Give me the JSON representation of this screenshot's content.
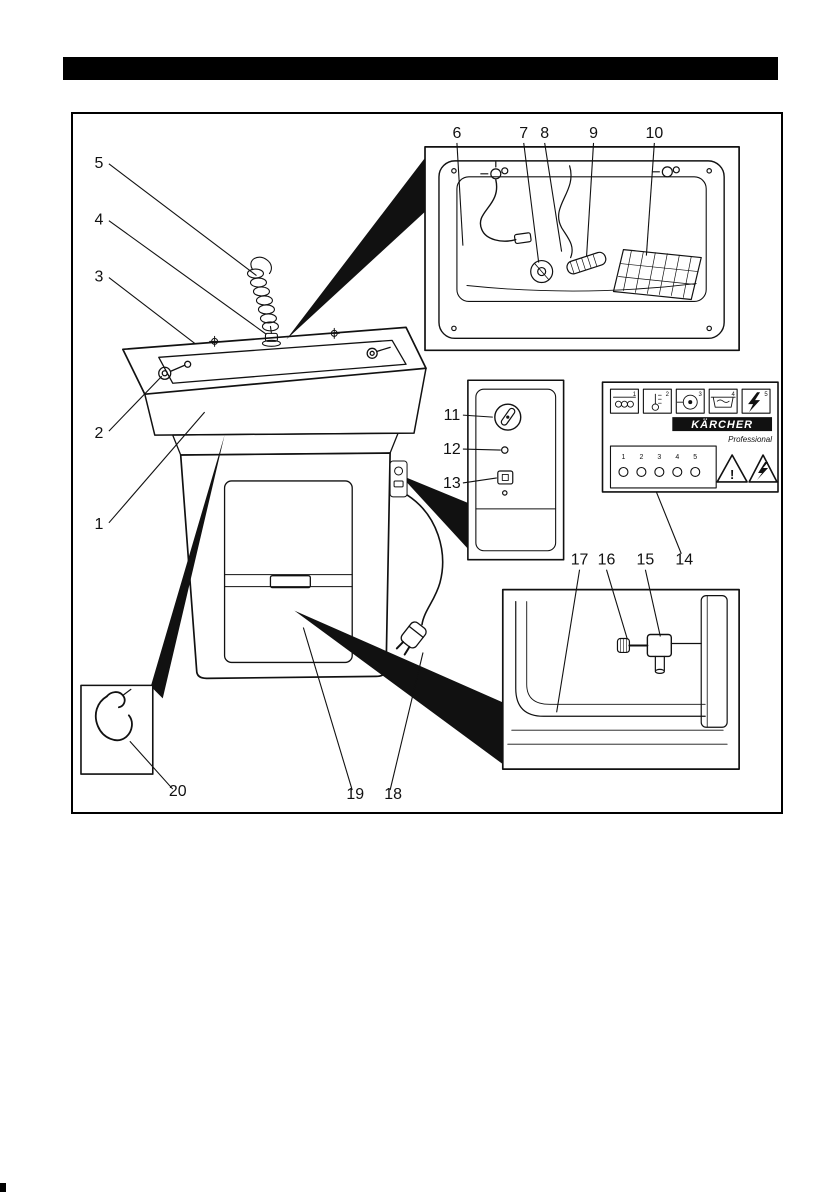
{
  "figure": {
    "callouts": {
      "c1": "1",
      "c2": "2",
      "c3": "3",
      "c4": "4",
      "c5": "5",
      "c6": "6",
      "c7": "7",
      "c8": "8",
      "c9": "9",
      "c10": "10",
      "c11": "11",
      "c12": "12",
      "c13": "13",
      "c14": "14",
      "c15": "15",
      "c16": "16",
      "c17": "17",
      "c18": "18",
      "c19": "19",
      "c20": "20"
    },
    "label_inset": {
      "brand": "KÄRCHER",
      "series": "Professional",
      "icon_indices": [
        "1",
        "2",
        "3",
        "4",
        "5"
      ],
      "icons": [
        "heating-coil-icon",
        "thermometer-icon",
        "pump-icon",
        "wash-basin-icon",
        "electric-power-icon"
      ],
      "led_numbers": [
        "1",
        "2",
        "3",
        "4",
        "5"
      ],
      "warning_mark": "!",
      "warning_icons": [
        "general-warning-icon",
        "electric-hazard-icon"
      ]
    },
    "colors": {
      "ink": "#111111",
      "paper": "#ffffff"
    }
  }
}
